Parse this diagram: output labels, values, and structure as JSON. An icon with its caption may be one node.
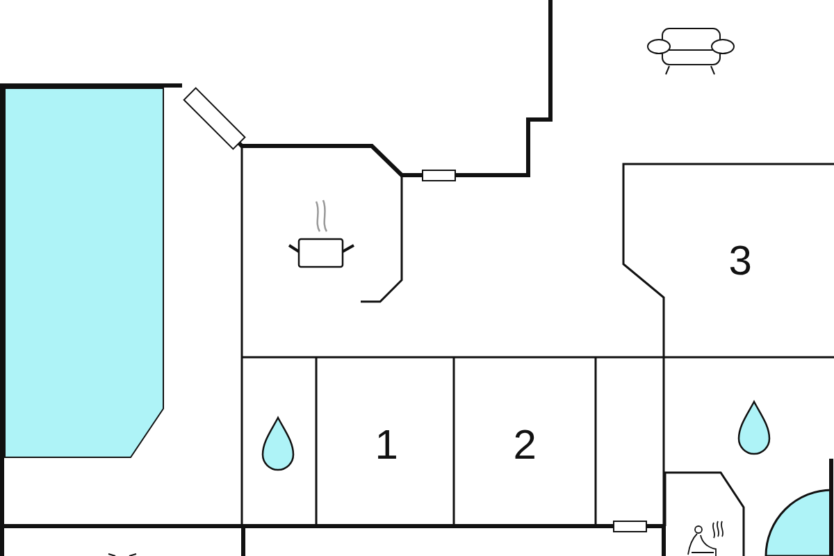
{
  "diagram": {
    "labels": [
      "3",
      "1",
      "2"
    ]
  }
}
